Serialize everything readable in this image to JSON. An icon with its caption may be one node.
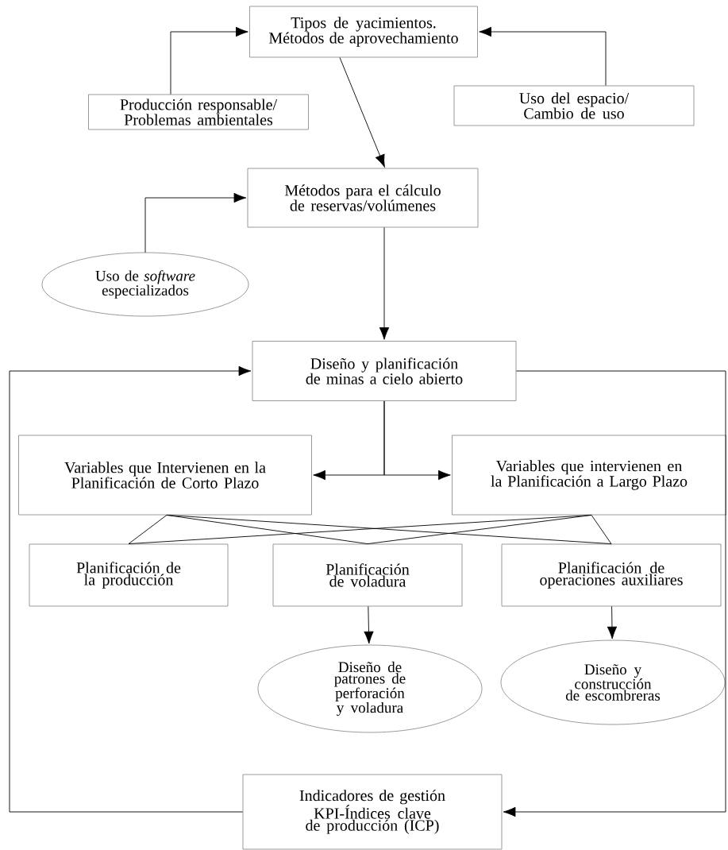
{
  "diagram": {
    "nodes": [
      {
        "text": [
          "Tipos de yacimientos. Métodos de aprovechamiento"
        ]
      },
      {
        "text": [
          "Producción responsable/ Problemas ambientales"
        ]
      },
      {
        "text": [
          "Uso del espacio/ Cambio de uso"
        ]
      },
      {
        "text": [
          "Métodos para el cálculo de reservas/volúmenes"
        ]
      },
      {
        "text": [
          "Uso de *software* especializados"
        ]
      },
      {
        "text": [
          "Diseño y planificación de minas a cielo abierto"
        ]
      },
      {
        "text": [
          "Variables que Intervienen en la Planificación de Corto Plazo"
        ]
      },
      {
        "text": [
          "Variables que intervienen en la Planificación a Largo Plazo"
        ]
      },
      {
        "text": [
          "Planificación de la producción"
        ]
      },
      {
        "text": [
          "Planificación de voladura"
        ]
      },
      {
        "text": [
          "Planificación de operaciones auxiliares"
        ]
      },
      {
        "text": [
          "Diseño de patrones de perforación y voladura"
        ]
      },
      {
        "text": [
          "Diseño y construcción de escombreras"
        ]
      },
      {
        "text": [
          "Indicadores de gestión KPI-Índices clave de producción (ICP)"
        ]
      }
    ],
    "edges": [
      {
        "from": 1,
        "to": 0,
        "arrow": "to"
      },
      {
        "from": 2,
        "to": 0,
        "arrow": "to"
      },
      {
        "from": 0,
        "to": 3,
        "arrow": "to"
      },
      {
        "from": 4,
        "to": 3,
        "arrow": "to"
      },
      {
        "from": 3,
        "to": 5,
        "arrow": "to"
      },
      {
        "from": 5,
        "to": 6,
        "arrow": "to"
      },
      {
        "from": 5,
        "to": 7,
        "arrow": "to"
      },
      {
        "from": 6,
        "to": 8,
        "arrow": "none"
      },
      {
        "from": 6,
        "to": 9,
        "arrow": "none"
      },
      {
        "from": 6,
        "to": 10,
        "arrow": "none"
      },
      {
        "from": 7,
        "to": 8,
        "arrow": "none"
      },
      {
        "from": 7,
        "to": 9,
        "arrow": "none"
      },
      {
        "from": 7,
        "to": 10,
        "arrow": "none"
      },
      {
        "from": 9,
        "to": 11,
        "arrow": "to"
      },
      {
        "from": 10,
        "to": 12,
        "arrow": "to"
      },
      {
        "from": 13,
        "to": 5,
        "arrow": "to"
      },
      {
        "from": 5,
        "to": 13,
        "arrow": "to"
      }
    ]
  }
}
